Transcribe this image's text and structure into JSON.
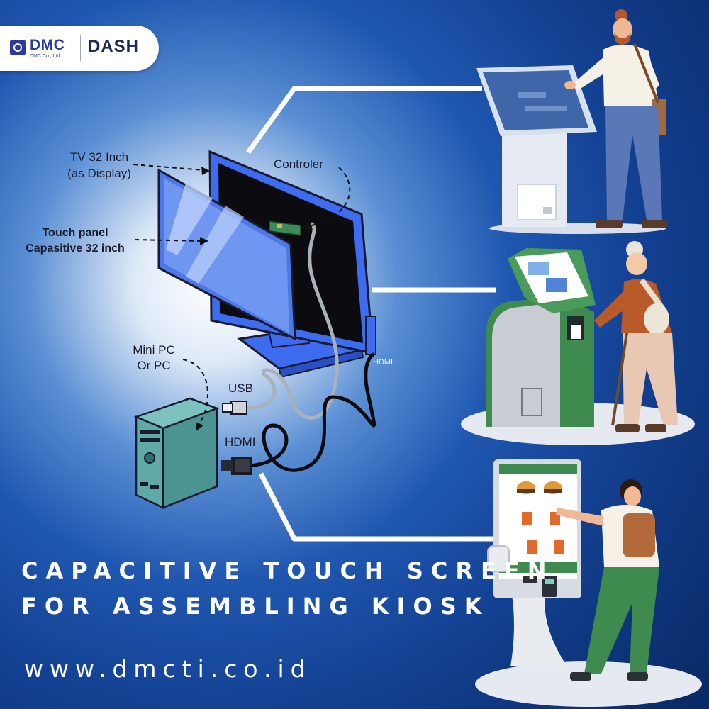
{
  "brand": {
    "left_logo": "DMC",
    "left_logo_sub": "DMC Co., Ltd.",
    "right_logo": "DASH",
    "mark_icon": "dmc-globe-icon"
  },
  "labels": {
    "tv": [
      "TV 32 Inch",
      "(as Display)"
    ],
    "touch_panel": [
      "Touch panel",
      "Capasitive 32 inch"
    ],
    "controller": "Controler",
    "mini_pc": [
      "Mini PC",
      "Or PC"
    ],
    "usb": "USB",
    "hdmi_pc": "HDMI",
    "hdmi_monitor": "HDMI"
  },
  "title": {
    "line1": "CAPACITIVE TOUCH SCREEN",
    "line2": "FOR ASSEMBLING KIOSK"
  },
  "website": "www.dmcti.co.id",
  "colors": {
    "bg_dark": "#0a2a66",
    "bg_mid": "#1f57b0",
    "monitor_blue": "#3d6cf0",
    "pc_teal": "#5fa9a6",
    "kiosk_green": "#3f8a4f",
    "text_white": "#ffffff"
  }
}
